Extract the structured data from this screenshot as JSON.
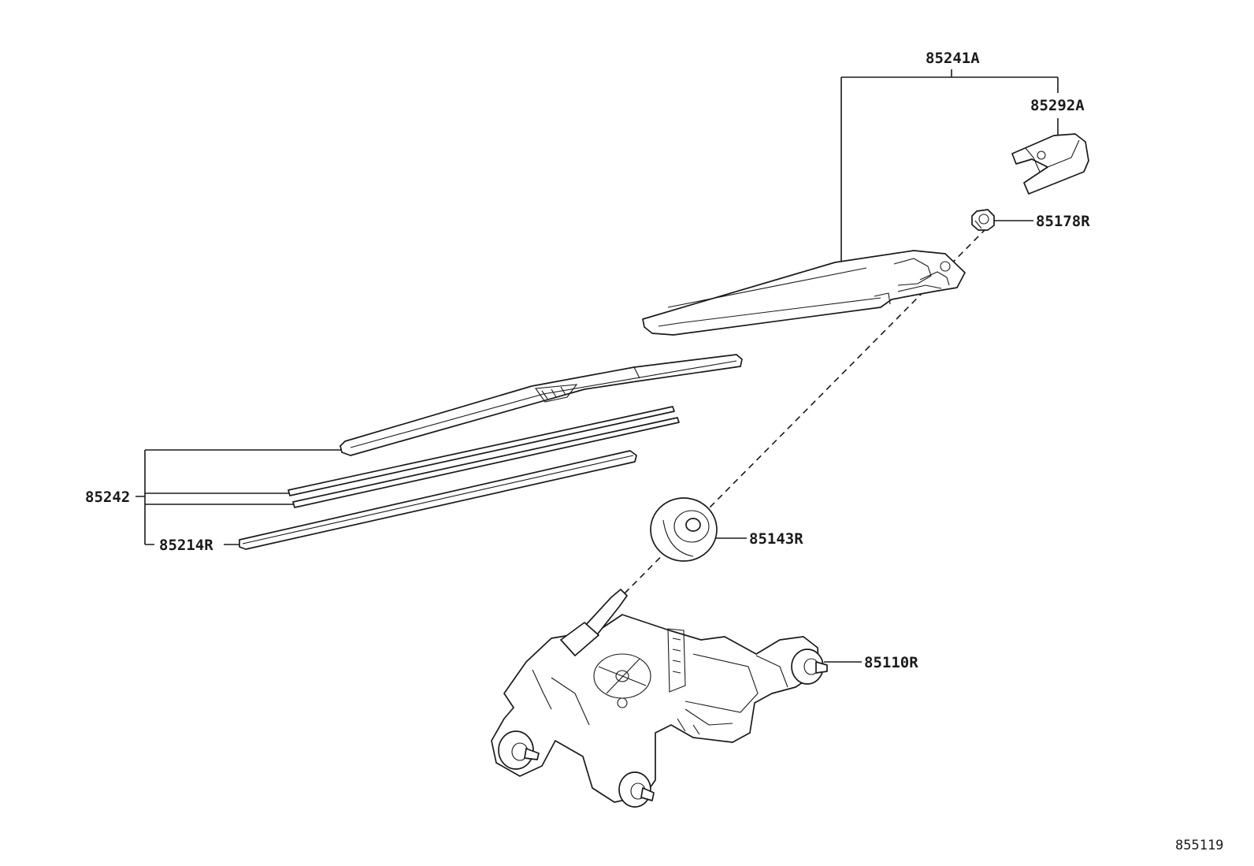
{
  "parts": {
    "arm_assembly": "85241A",
    "arm_cover": "85292A",
    "nut": "85178R",
    "blade_assembly": "85242",
    "blade_rubber": "85214R",
    "pivot_cap": "85143R",
    "motor_assembly": "85110R"
  },
  "figure_ref": "855119"
}
